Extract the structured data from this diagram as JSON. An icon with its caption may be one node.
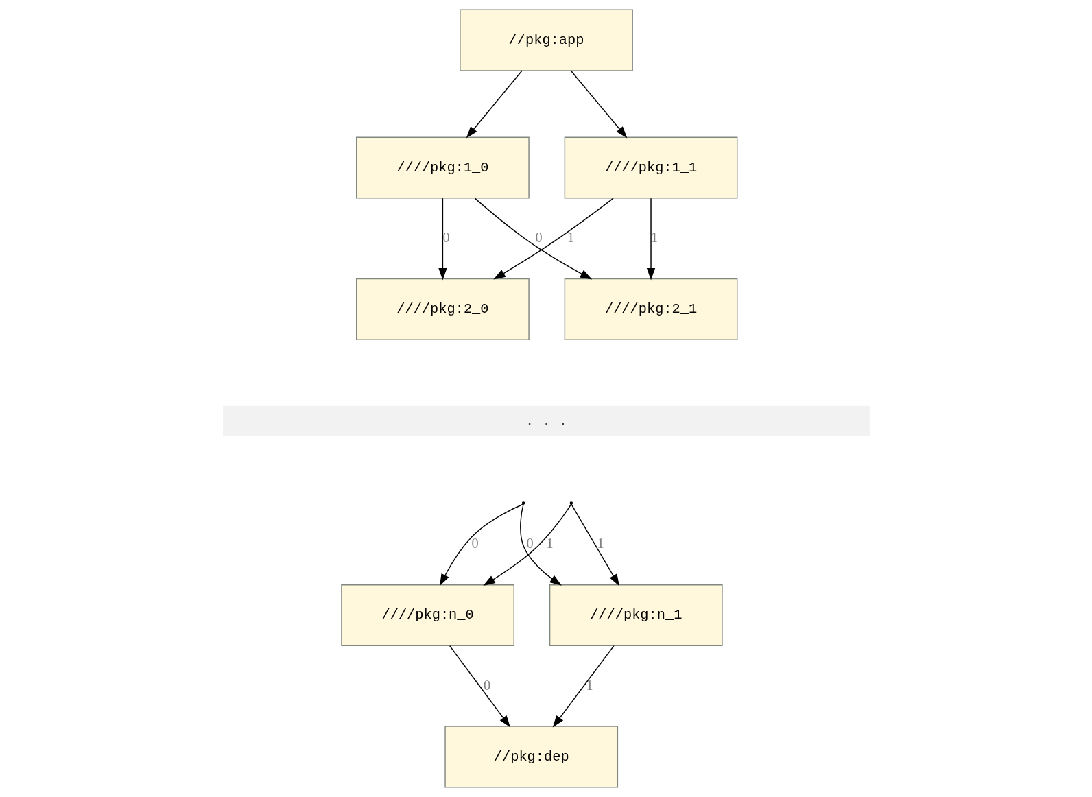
{
  "diagram": {
    "nodes": [
      {
        "text": [
          "//pkg:app"
        ]
      },
      {
        "text": [
          "////pkg:1_0"
        ]
      },
      {
        "text": [
          "////pkg:1_1"
        ]
      },
      {
        "text": [
          "////pkg:2_0"
        ]
      },
      {
        "text": [
          "////pkg:2_1"
        ]
      },
      {
        "text": [],
        "shape": "point"
      },
      {
        "text": [],
        "shape": "point"
      },
      {
        "text": [
          "////pkg:n_0"
        ]
      },
      {
        "text": [
          "////pkg:n_1"
        ]
      },
      {
        "text": [
          "//pkg:dep"
        ]
      }
    ],
    "edges": [
      {
        "from": 0,
        "to": 1,
        "arrow": "to"
      },
      {
        "from": 0,
        "to": 2,
        "arrow": "to"
      },
      {
        "from": 1,
        "to": 3,
        "arrow": "to",
        "label": "0"
      },
      {
        "from": 1,
        "to": 4,
        "arrow": "to",
        "label": "0"
      },
      {
        "from": 2,
        "to": 3,
        "arrow": "to",
        "label": "1"
      },
      {
        "from": 2,
        "to": 4,
        "arrow": "to",
        "label": "1"
      },
      {
        "from": 5,
        "to": 7,
        "arrow": "to",
        "label": "0"
      },
      {
        "from": 5,
        "to": 8,
        "arrow": "to",
        "label": "0"
      },
      {
        "from": 6,
        "to": 7,
        "arrow": "to",
        "label": "1"
      },
      {
        "from": 6,
        "to": 8,
        "arrow": "to",
        "label": "1"
      },
      {
        "from": 7,
        "to": 9,
        "arrow": "to",
        "label": "0"
      },
      {
        "from": 8,
        "to": 9,
        "arrow": "to",
        "label": "1"
      }
    ],
    "labels": [
      ". . ."
    ]
  }
}
